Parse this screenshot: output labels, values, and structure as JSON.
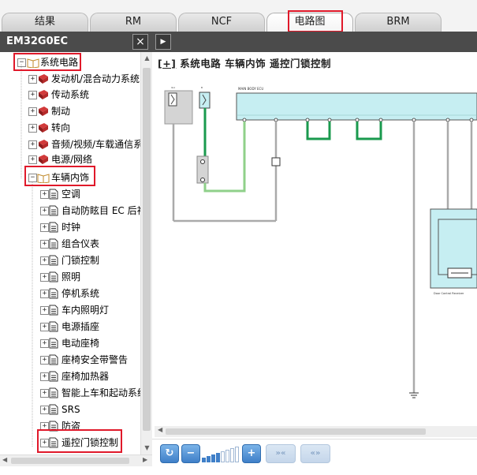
{
  "tabs": [
    {
      "label": "结果",
      "active": false
    },
    {
      "label": "RM",
      "active": false
    },
    {
      "label": "NCF",
      "active": false
    },
    {
      "label": "电路图",
      "active": true
    },
    {
      "label": "BRM",
      "active": false
    }
  ],
  "left_panel": {
    "title": "EM32G0EC",
    "close_symbol": "×"
  },
  "tree": [
    {
      "label": "系统电路",
      "icon": "open-book-icon",
      "toggle": "−"
    },
    {
      "label": "发动机/混合动力系统",
      "icon": "closed-book-icon",
      "toggle": "+"
    },
    {
      "label": "传动系统",
      "icon": "closed-book-icon",
      "toggle": "+"
    },
    {
      "label": "制动",
      "icon": "closed-book-icon",
      "toggle": "+"
    },
    {
      "label": "转向",
      "icon": "closed-book-icon",
      "toggle": "+"
    },
    {
      "label": "音频/视频/车载通信系统",
      "icon": "closed-book-icon",
      "toggle": "+"
    },
    {
      "label": "电源/网络",
      "icon": "closed-book-icon",
      "toggle": "+"
    },
    {
      "label": "车辆内饰",
      "icon": "open-book-icon",
      "toggle": "−"
    },
    {
      "label": "空调",
      "icon": "page-icon",
      "toggle": "+"
    },
    {
      "label": "自动防眩目 EC 后视镜",
      "icon": "page-icon",
      "toggle": "+"
    },
    {
      "label": "时钟",
      "icon": "page-icon",
      "toggle": "+"
    },
    {
      "label": "组合仪表",
      "icon": "page-icon",
      "toggle": "+"
    },
    {
      "label": "门锁控制",
      "icon": "page-icon",
      "toggle": "+"
    },
    {
      "label": "照明",
      "icon": "page-icon",
      "toggle": "+"
    },
    {
      "label": "停机系统",
      "icon": "page-icon",
      "toggle": "+"
    },
    {
      "label": "车内照明灯",
      "icon": "page-icon",
      "toggle": "+"
    },
    {
      "label": "电源插座",
      "icon": "page-icon",
      "toggle": "+"
    },
    {
      "label": "电动座椅",
      "icon": "page-icon",
      "toggle": "+"
    },
    {
      "label": "座椅安全带警告",
      "icon": "page-icon",
      "toggle": "+"
    },
    {
      "label": "座椅加热器",
      "icon": "page-icon",
      "toggle": "+"
    },
    {
      "label": "智能上车和起动系统",
      "icon": "page-icon",
      "toggle": "+"
    },
    {
      "label": "SRS",
      "icon": "page-icon",
      "toggle": "+"
    },
    {
      "label": "防盗",
      "icon": "page-icon",
      "toggle": "+"
    },
    {
      "label": "遥控门锁控制",
      "icon": "page-icon",
      "toggle": "+"
    }
  ],
  "breadcrumb": {
    "expander": "[+]",
    "path": "系统电路   车辆内饰   遥控门锁控制"
  },
  "toolbar": {
    "refresh": "↻",
    "zoom_out": "−",
    "zoom_in": "+",
    "zoom_level_fraction": 0.5,
    "first_prev": "»«",
    "prev_next": "«»"
  },
  "colors": {
    "header_dark": "#4b4b4b",
    "highlight_red": "#e0192a",
    "wire_green": "#1a9a4e",
    "wire_light_green": "#8fd08a",
    "connector_cyan": "#c6eef2"
  }
}
